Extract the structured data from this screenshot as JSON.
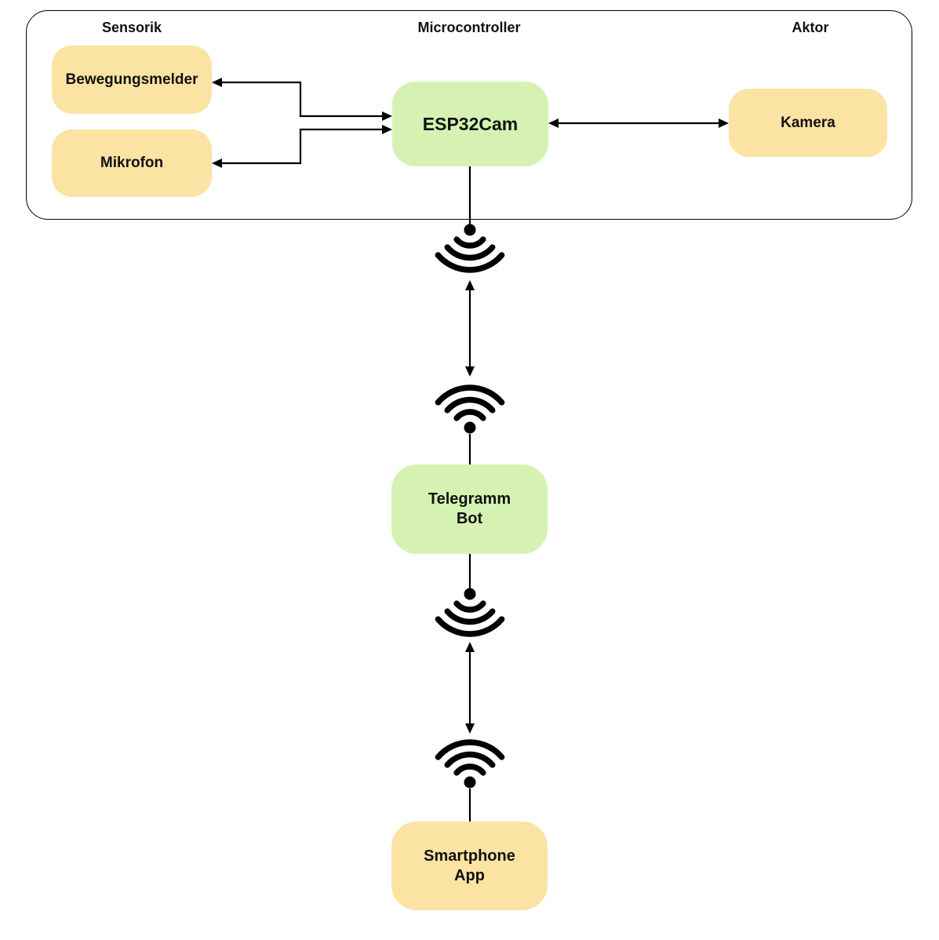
{
  "diagram": {
    "frame": {
      "columns": {
        "sensorik": {
          "label": "Sensorik"
        },
        "microcontroller": {
          "label": "Microcontroller"
        },
        "aktor": {
          "label": "Aktor"
        }
      }
    },
    "nodes": {
      "bewegungsmelder": {
        "label": "Bewegungsmelder",
        "role": "sensor"
      },
      "mikrofon": {
        "label": "Mikrofon",
        "role": "sensor"
      },
      "esp32cam": {
        "label": "ESP32Cam",
        "role": "microcontroller"
      },
      "kamera": {
        "label": "Kamera",
        "role": "actor"
      },
      "telegramm_bot": {
        "line1": "Telegramm",
        "line2": "Bot",
        "role": "service"
      },
      "smartphone_app": {
        "line1": "Smartphone",
        "line2": "App",
        "role": "client"
      }
    },
    "connections": [
      {
        "from": "esp32cam",
        "to": "bewegungsmelder",
        "bidirectional": true,
        "style": "elbow"
      },
      {
        "from": "esp32cam",
        "to": "mikrofon",
        "bidirectional": true,
        "style": "elbow"
      },
      {
        "from": "esp32cam",
        "to": "kamera",
        "bidirectional": true,
        "style": "straight"
      },
      {
        "from": "esp32cam",
        "to": "telegramm_bot",
        "bidirectional": true,
        "style": "wifi-link"
      },
      {
        "from": "telegramm_bot",
        "to": "smartphone_app",
        "bidirectional": true,
        "style": "wifi-link"
      }
    ],
    "colors": {
      "node_yellow": "#FAE3A3",
      "node_green": "#D5F2B3",
      "line_black": "#000000",
      "frame_border": "#000000",
      "background": "#FFFFFF"
    }
  }
}
